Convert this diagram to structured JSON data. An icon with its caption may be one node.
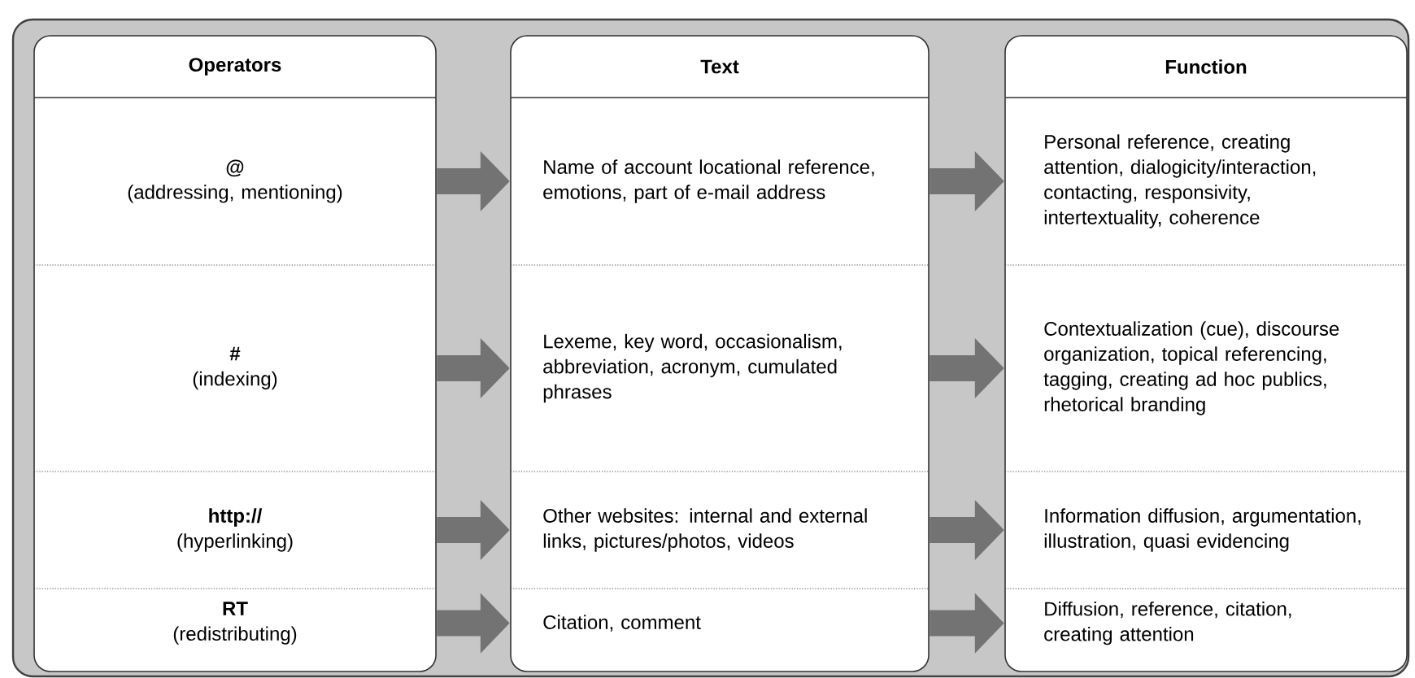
{
  "diagram": {
    "nodes": [
      {
        "text": [
          "Operators"
        ]
      },
      {
        "text": [
          "@",
          "(addressing, mentioning)"
        ],
        "in": 0
      },
      {
        "text": [
          "#",
          "(indexing)"
        ],
        "in": 0
      },
      {
        "text": [
          "http://",
          "(hyperlinking)"
        ],
        "in": 0
      },
      {
        "text": [
          "RT",
          "(redistributing)"
        ],
        "in": 0
      },
      {
        "text": [
          "Text"
        ]
      },
      {
        "text": [
          "Name of account locational reference, emotions, part of e-mail address"
        ],
        "in": 5
      },
      {
        "text": [
          "Lexeme, key word, occasionalism, abbreviation, acronym, cumulated phrases"
        ],
        "in": 5
      },
      {
        "text": [
          "Other websites: internal and external links, pictures/photos, videos"
        ],
        "in": 5
      },
      {
        "text": [
          "Citation, comment"
        ],
        "in": 5
      },
      {
        "text": [
          "Function"
        ]
      },
      {
        "text": [
          "Personal reference, creating attention, dialogicity/interaction, contacting, responsivity, intertextuality, coherence"
        ],
        "in": 10
      },
      {
        "text": [
          "Contextualization (cue), discourse organization, topical referencing, tagging, creating ad hoc publics, rhetorical branding"
        ],
        "in": 10
      },
      {
        "text": [
          "Information diffusion, argumentation, illustration, quasi evidencing"
        ],
        "in": 10
      },
      {
        "text": [
          "Diffusion, reference, citation, creating attention"
        ],
        "in": 10
      }
    ],
    "edges": [
      {
        "from": 1,
        "to": 6,
        "arrow": "to"
      },
      {
        "from": 6,
        "to": 11,
        "arrow": "to"
      },
      {
        "from": 2,
        "to": 7,
        "arrow": "to"
      },
      {
        "from": 7,
        "to": 12,
        "arrow": "to"
      },
      {
        "from": 3,
        "to": 8,
        "arrow": "to"
      },
      {
        "from": 8,
        "to": 13,
        "arrow": "to"
      },
      {
        "from": 4,
        "to": 9,
        "arrow": "to"
      },
      {
        "from": 9,
        "to": 14,
        "arrow": "to"
      }
    ]
  }
}
